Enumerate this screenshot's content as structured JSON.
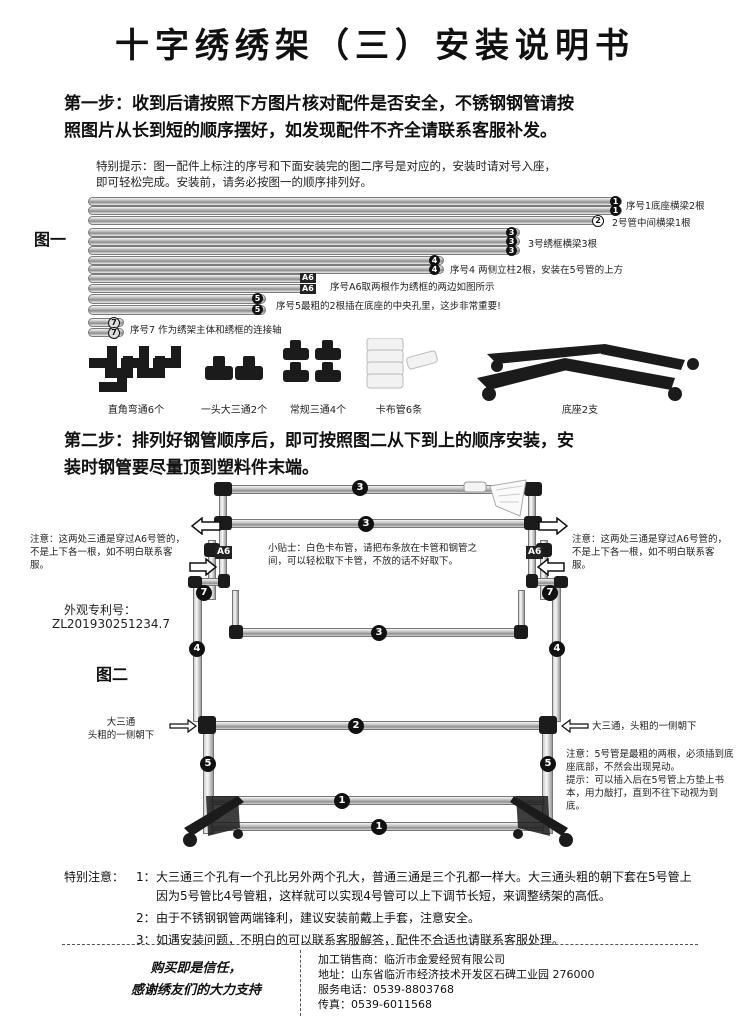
{
  "title": "十字绣绣架（三）安装说明书",
  "step1": {
    "line1": "第一步：收到后请按照下方图片核对配件是否安全，不锈钢钢管请按",
    "line2": "照图片从长到短的顺序摆好，如发现配件不齐全请联系客服补发。"
  },
  "tip": {
    "line1": "特别提示：图一配件上标注的序号和下面安装完的图二序号是对应的，安装时请对号入座，",
    "line2": "即可轻松完成。安装前，请务必按图一的顺序排列好。"
  },
  "fig1_label": "图一",
  "pipe_labels": {
    "p1": "序号1底座横梁2根",
    "p2": "2号管中间横梁1根",
    "p3": "3号绣框横梁3根",
    "p4": "序号4 两侧立柱2根，安装在5号管的上方",
    "pa6": "序号A6取两根作为绣框的两边如图所示",
    "p5": "序号5最粗的2根插在底座的中央孔里，这步非常重要!",
    "p7": "序号7 作为绣架主体和绣框的连接轴"
  },
  "pipe_tags": {
    "n1": "1",
    "n2": "2",
    "n3": "3",
    "n4": "4",
    "n5": "5",
    "n7": "7",
    "a6": "A6"
  },
  "parts": {
    "elbow": "直角弯通6个",
    "tee_big": "一头大三通2个",
    "tee": "常规三通4个",
    "clip": "卡布管6条",
    "base": "底座2支"
  },
  "step2": {
    "line1": "第二步：排列好钢管顺序后，即可按照图二从下到上的顺序安装，安",
    "line2": "装时钢管要尽量顶到塑料件末端。"
  },
  "fig2_label": "图二",
  "notes": {
    "left_top": "注意：这两处三通是穿过A6号管的，不是上下各一根，如不明白联系客服。",
    "right_top": "注意：这两处三通是穿过A6号管的，不是上下各一根，如不明白联系客服。",
    "tip_clip": "小贴士：白色卡布管，请把布条放在卡管和钢管之间，可以轻松取下卡管，不放的话不好取下。",
    "patent_label": "外观专利号：",
    "patent_no": "ZL201930251234.7",
    "left_tee": "大三通\n头粗的一侧朝下",
    "right_tee": "大三通，头粗的一侧朝下",
    "right_note": "注意：5号管是最粗的两根，必须插到底座底部，不然会出现晃动。\n提示：可以插入后在5号管上方垫上书本，用力敲打，直到不往下动视为到底。"
  },
  "fig2_marks": {
    "m1": "1",
    "m2": "2",
    "m3": "3",
    "m4": "4",
    "m5": "5",
    "m7": "7",
    "a6": "A6"
  },
  "special": {
    "label": "特别注意：",
    "n1": "1：",
    "item1a": "大三通三个孔有一个孔比另外两个孔大，普通三通是三个孔都一样大。大三通头粗的朝下套在5号管上",
    "item1b": "因为5号管比4号管粗，这样就可以实现4号管可以上下调节长短，来调整绣架的高低。",
    "n2": "2：",
    "item2": "由于不锈钢钢管两端锋利，建议安装前戴上手套，注意安全。",
    "n3": "3：",
    "item3": "如遇安装问题，不明白的可以联系客服解答，配件不合适也请联系客服处理。"
  },
  "footer": {
    "slogan1": "购买即是信任，",
    "slogan2": "感谢绣友们的大力支持",
    "seller": "加工销售商：临沂市金爱经贸有限公司",
    "address": "地址：山东省临沂市经济技术开发区石碑工业园  276000",
    "phone": "服务电话：0539-8803768",
    "fax": "传真：0539-6011568"
  }
}
